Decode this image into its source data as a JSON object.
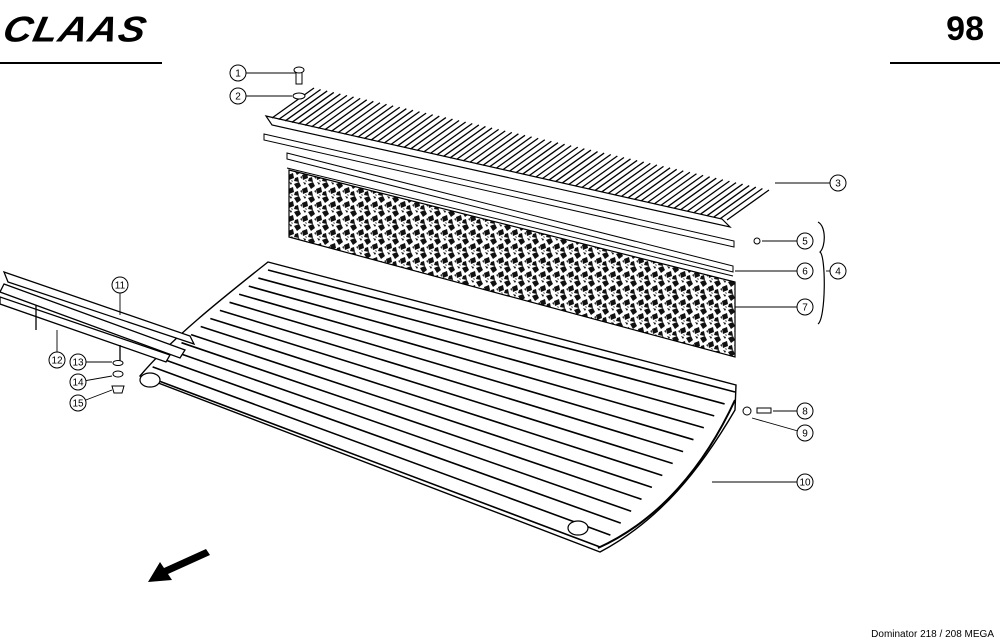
{
  "header": {
    "brand": "CLAAS",
    "page_number": "98"
  },
  "footer": {
    "model": "Dominator 218 / 208 MEGA"
  },
  "callouts": [
    {
      "label": "1"
    },
    {
      "label": "2"
    },
    {
      "label": "3"
    },
    {
      "label": "4"
    },
    {
      "label": "5"
    },
    {
      "label": "6"
    },
    {
      "label": "7"
    },
    {
      "label": "8"
    },
    {
      "label": "9"
    },
    {
      "label": "10"
    },
    {
      "label": "11"
    },
    {
      "label": "12"
    },
    {
      "label": "13"
    },
    {
      "label": "14"
    },
    {
      "label": "15"
    }
  ],
  "icons": {
    "direction_arrow": "arrow-down-left-icon"
  }
}
